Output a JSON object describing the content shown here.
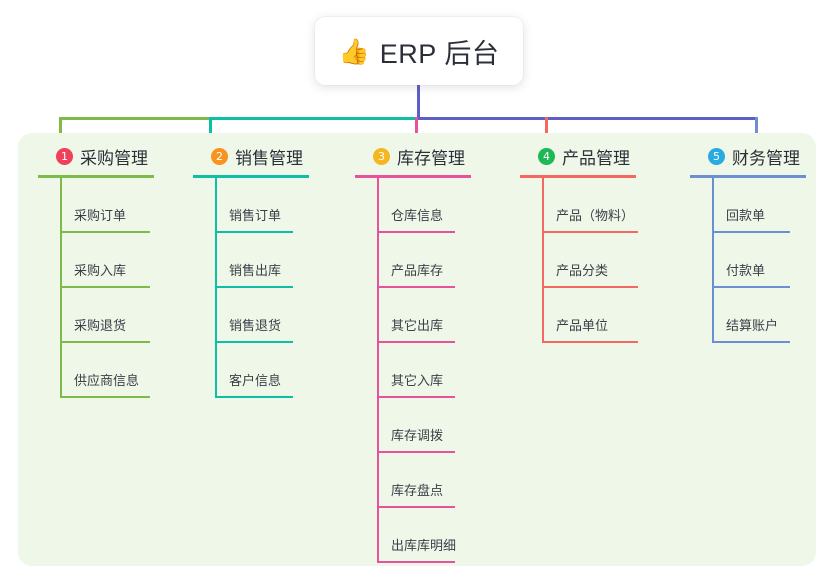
{
  "diagram": {
    "type": "mindmap",
    "root": {
      "icon": "thumbs-up-icon",
      "emoji": "👍",
      "label": "ERP 后台"
    },
    "panel_background": "#eef7e8",
    "trunk": {
      "segment_left_color": "#7cbb4a",
      "segment_mid_color": "#0dbfa6",
      "segment_right_color": "#5b5fc7",
      "root_drop_color": "#5b5fc7"
    },
    "branches": [
      {
        "index": "1",
        "title": "采购管理",
        "badge_color": "#f0415a",
        "line_color": "#7cbb4a",
        "rule_width": 116,
        "leaf_rule_width": 90,
        "children": [
          "采购订单",
          "采购入库",
          "采购退货",
          "供应商信息"
        ]
      },
      {
        "index": "2",
        "title": "销售管理",
        "badge_color": "#f7931e",
        "line_color": "#0dbfa6",
        "rule_width": 116,
        "leaf_rule_width": 78,
        "children": [
          "销售订单",
          "销售出库",
          "销售退货",
          "客户信息"
        ]
      },
      {
        "index": "3",
        "title": "库存管理",
        "badge_color": "#f5b721",
        "line_color": "#e8529a",
        "rule_width": 116,
        "leaf_rule_width": 78,
        "children": [
          "仓库信息",
          "产品库存",
          "其它出库",
          "其它入库",
          "库存调拨",
          "库存盘点",
          "出库库明细"
        ]
      },
      {
        "index": "4",
        "title": "产品管理",
        "badge_color": "#1db954",
        "line_color": "#f4685f",
        "rule_width": 116,
        "leaf_rule_width": 96,
        "children": [
          "产品（物料）",
          "产品分类",
          "产品单位"
        ]
      },
      {
        "index": "5",
        "title": "财务管理",
        "badge_color": "#29abe2",
        "line_color": "#6b8fd4",
        "rule_width": 116,
        "leaf_rule_width": 78,
        "children": [
          "回款单",
          "付款单",
          "结算账户"
        ]
      }
    ]
  }
}
